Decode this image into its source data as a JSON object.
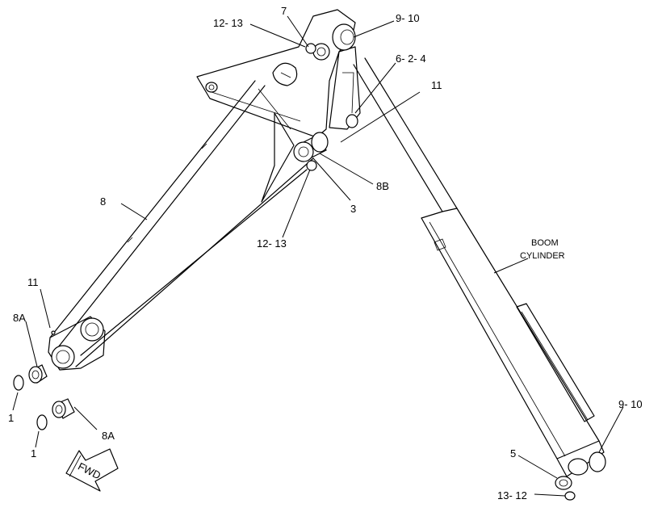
{
  "callouts": {
    "c_12_13_top": "12- 13",
    "c_7": "7",
    "c_9_10_top": "9- 10",
    "c_6_2_4": "6- 2- 4",
    "c_11_top": "11",
    "c_8": "8",
    "c_8b": "8B",
    "c_3": "3",
    "c_12_13_mid": "12- 13",
    "c_boom_cylinder_1": "BOOM",
    "c_boom_cylinder_2": "CYLINDER",
    "c_11_left": "11",
    "c_8a_top": "8A",
    "c_1_top": "1",
    "c_1_bottom": "1",
    "c_8a_bottom": "8A",
    "c_9_10_bottom": "9- 10",
    "c_5": "5",
    "c_13_12": "13- 12",
    "c_fwd": "FWD"
  }
}
